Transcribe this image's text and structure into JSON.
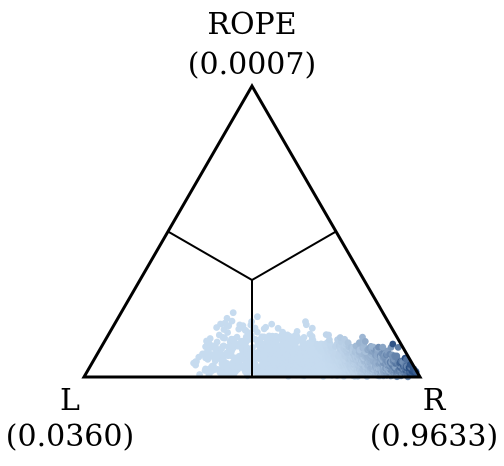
{
  "chart_data": {
    "type": "scatter",
    "plot_kind": "ternary simplex (Bayesian signed-rank posterior)",
    "title": "",
    "vertices": [
      {
        "key": "rope",
        "name": "ROPE",
        "probability_label": "(0.0007)",
        "probability": 0.0007
      },
      {
        "key": "left",
        "name": "L",
        "probability_label": "(0.0360)",
        "probability": 0.036
      },
      {
        "key": "right",
        "name": "R",
        "probability_label": "(0.9633)",
        "probability": 0.9633
      }
    ],
    "dividing_lines": true,
    "density_cmap": "Blues",
    "cloud": {
      "description_units": "barycentric [left, rope, right]",
      "mode": [
        0.02,
        0.01,
        0.97
      ],
      "spread": [
        0.22,
        0.12
      ],
      "sample_count": 1800
    },
    "colors": {
      "edge": "#000000",
      "point_light": "#c6dbef",
      "point_dark": "#08306b"
    }
  }
}
